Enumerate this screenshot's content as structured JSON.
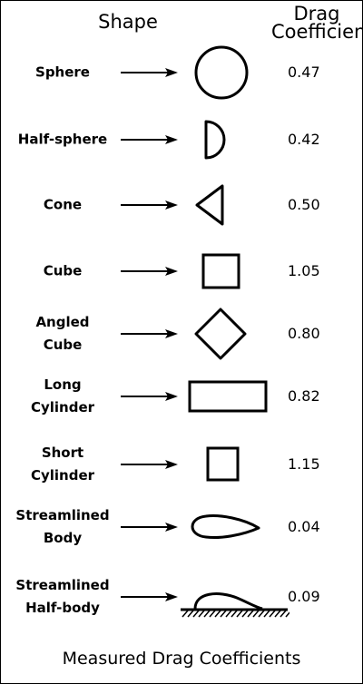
{
  "header": {
    "shape_label": "Shape",
    "coef_line1": "Drag",
    "coef_line2": "Coefficient"
  },
  "rows": [
    {
      "lines": [
        "Sphere"
      ],
      "value": "0.47",
      "shape_icon": "sphere-icon"
    },
    {
      "lines": [
        "Half-sphere"
      ],
      "value": "0.42",
      "shape_icon": "half-sphere-icon"
    },
    {
      "lines": [
        "Cone"
      ],
      "value": "0.50",
      "shape_icon": "cone-icon"
    },
    {
      "lines": [
        "Cube"
      ],
      "value": "1.05",
      "shape_icon": "cube-icon"
    },
    {
      "lines": [
        "Angled",
        "Cube"
      ],
      "value": "0.80",
      "shape_icon": "angled-cube-icon"
    },
    {
      "lines": [
        "Long",
        "Cylinder"
      ],
      "value": "0.82",
      "shape_icon": "long-cylinder-icon"
    },
    {
      "lines": [
        "Short",
        "Cylinder"
      ],
      "value": "1.15",
      "shape_icon": "short-cylinder-icon"
    },
    {
      "lines": [
        "Streamlined",
        "Body"
      ],
      "value": "0.04",
      "shape_icon": "streamlined-body-icon"
    },
    {
      "lines": [
        "Streamlined",
        "Half-body"
      ],
      "value": "0.09",
      "shape_icon": "streamlined-half-body-icon"
    }
  ],
  "caption": "Measured Drag Coefficients"
}
